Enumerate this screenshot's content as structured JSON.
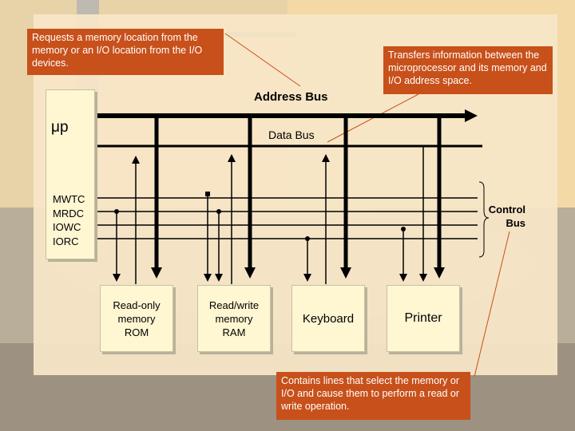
{
  "callouts": {
    "requests": "Requests a memory location from the memory or an I/O location from the I/O devices.",
    "transfers": "Transfers information between the microprocessor and its memory and I/O address space.",
    "contains": "Contains lines that select the memory or I/O and cause them to perform a read or write operation."
  },
  "buses": {
    "address": "Address Bus",
    "data": "Data Bus",
    "control_line1": "Control",
    "control_line2": "Bus"
  },
  "microprocessor": {
    "label": "μp",
    "control_signals": [
      "MWTC",
      "MRDC",
      "IOWC",
      "IORC"
    ]
  },
  "devices": {
    "rom": [
      "Read-only",
      "memory",
      "ROM"
    ],
    "ram": [
      "Read/write",
      "memory",
      "RAM"
    ],
    "keyboard": "Keyboard",
    "printer": "Printer"
  },
  "colors": {
    "callout_bg": "#c8501a",
    "box_bg": "#fff6d2",
    "bus_line": "#000000"
  }
}
